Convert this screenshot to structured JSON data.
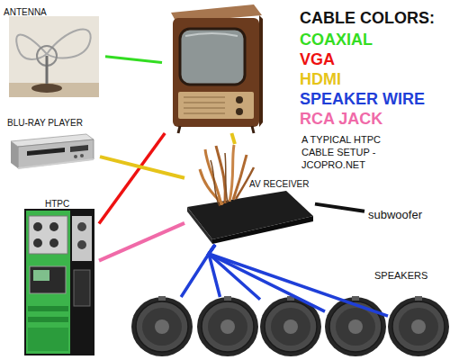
{
  "diagram": {
    "nodes": [
      {
        "text": [
          "ANTENNA"
        ]
      },
      {
        "text": []
      },
      {
        "text": [
          "BLU-RAY PLAYER"
        ]
      },
      {
        "text": [
          "HTPC"
        ]
      },
      {
        "text": [
          "AV RECEIVER"
        ]
      },
      {
        "text": [
          "subwoofer"
        ]
      },
      {
        "text": []
      },
      {
        "text": []
      },
      {
        "text": []
      },
      {
        "text": []
      },
      {
        "text": []
      }
    ],
    "edges": [
      {
        "from": 0,
        "to": 1,
        "arrow": "none"
      },
      {
        "from": 3,
        "to": 1,
        "arrow": "none"
      },
      {
        "from": 1,
        "to": 4,
        "arrow": "none"
      },
      {
        "from": 2,
        "to": 4,
        "arrow": "none"
      },
      {
        "from": 3,
        "to": 4,
        "arrow": "none"
      },
      {
        "from": 4,
        "to": 5,
        "arrow": "none"
      },
      {
        "from": 4,
        "to": 6,
        "arrow": "none"
      },
      {
        "from": 4,
        "to": 7,
        "arrow": "none"
      },
      {
        "from": 4,
        "to": 8,
        "arrow": "none"
      },
      {
        "from": 4,
        "to": 9,
        "arrow": "none"
      },
      {
        "from": 4,
        "to": 10,
        "arrow": "none"
      }
    ],
    "labels": [
      "CABLE COLORS:",
      "A TYPICAL HTPC CABLE SETUP - JCOPRO.NET",
      "SPEAKERS"
    ],
    "legend": [
      {
        "text": "COAXIAL",
        "color": "#33dd22"
      },
      {
        "text": "VGA",
        "color": "#ee1111"
      },
      {
        "text": "HDMI",
        "color": "#e6c41a"
      },
      {
        "text": "SPEAKER WIRE",
        "color": "#1f3fd8"
      },
      {
        "text": "RCA JACK",
        "color": "#f06aa8"
      }
    ]
  }
}
